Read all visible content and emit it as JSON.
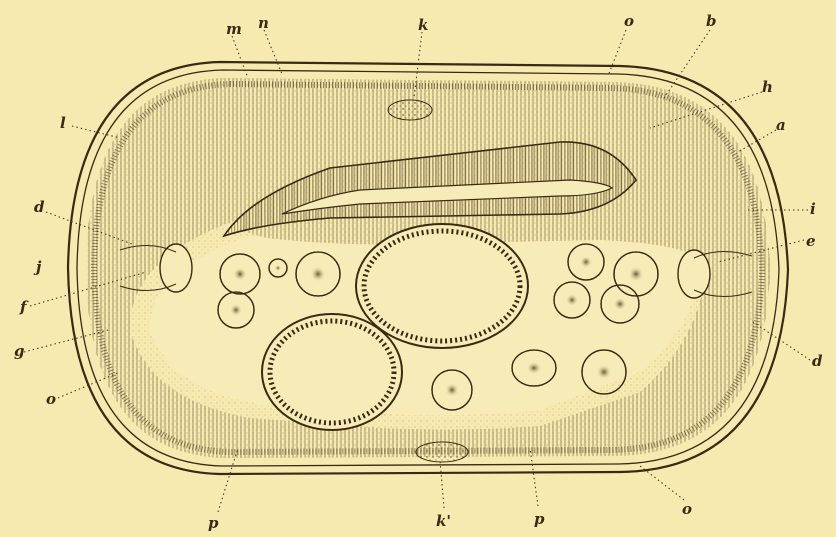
{
  "figure": {
    "background": "#f6eab0",
    "ink": "#3a2a14",
    "labels": {
      "m": "m",
      "n": "n",
      "k": "k",
      "o_top": "o",
      "b": "b",
      "h": "h",
      "a": "a",
      "l": "l",
      "i": "i",
      "d_left": "d",
      "e": "e",
      "j": "j",
      "f": "f",
      "g": "g",
      "d_right": "d",
      "o_left": "o",
      "p_left": "p",
      "k_prime": "k'",
      "p_right": "p",
      "o_bottom": "o"
    }
  }
}
